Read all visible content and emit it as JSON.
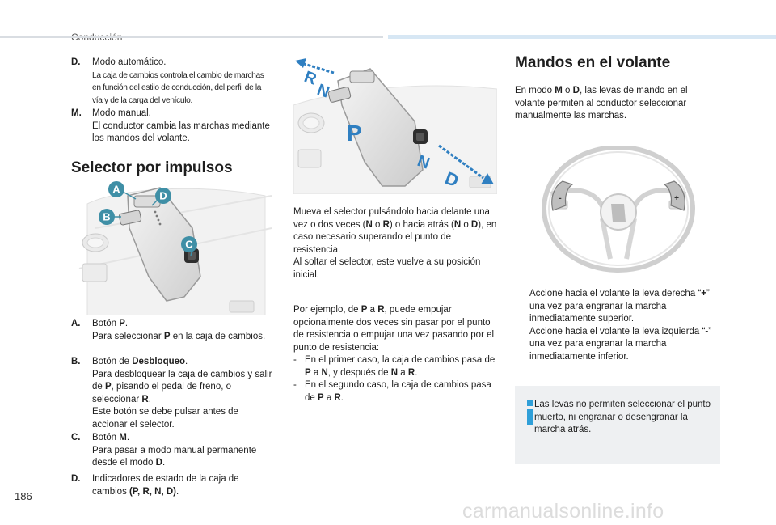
{
  "header": {
    "section": "Conducción"
  },
  "page_number": "186",
  "watermark": "carmanualsonline.info",
  "left_column": {
    "mode_d": {
      "key": "D.",
      "title": "Modo automático.",
      "desc": "La caja de cambios controla el cambio de marchas en función del estilo de conducción, del perfil de la vía y de la carga del vehículo."
    },
    "mode_m": {
      "key": "M.",
      "title": "Modo manual.",
      "desc": "El conductor cambia las marchas mediante los mandos del volante."
    },
    "heading": "Selector por impulsos",
    "illustration": {
      "labels": [
        "A",
        "B",
        "C",
        "D"
      ]
    },
    "items": [
      {
        "key": "A.",
        "line1_pre": "Botón ",
        "line1_bold": "P",
        "line1_post": ".",
        "line2_pre": "Para seleccionar ",
        "line2_bold": "P",
        "line2_post": " en la caja de cambios."
      },
      {
        "key": "B.",
        "line1_pre": "Botón de ",
        "line1_bold": "Desbloqueo",
        "line1_post": ".",
        "line2_pre": "Para desbloquear la caja de cambios y salir de ",
        "line2_bold": "P",
        "line2_post": ", pisando el pedal de freno, o seleccionar ",
        "line2_bold2": "R",
        "line2_post2": ".",
        "line3": "Este botón se debe pulsar antes de accionar el selector."
      },
      {
        "key": "C.",
        "line1_pre": "Botón ",
        "line1_bold": "M",
        "line1_post": ".",
        "line2_pre": "Para pasar a modo manual permanente desde el modo ",
        "line2_bold": "D",
        "line2_post": "."
      },
      {
        "key": "D.",
        "line1_pre": "Indicadores de estado de la caja de cambios ",
        "line1_bold": "(P, R, N, D)",
        "line1_post": "."
      }
    ]
  },
  "middle_column": {
    "illustration": {
      "letters": [
        "R",
        "N",
        "P",
        "N",
        "D"
      ]
    },
    "para1": {
      "t1": "Mueva el selector pulsándolo hacia delante una vez o dos veces (",
      "b1": "N",
      "t2": " o ",
      "b2": "R",
      "t3": ") o hacia atrás (",
      "b3": "N",
      "t4": " o ",
      "b4": "D",
      "t5": "), en caso necesario superando el punto de resistencia."
    },
    "para2": "Al soltar el selector, este vuelve a su posición inicial.",
    "para3": {
      "t1": "Por ejemplo, de ",
      "b1": "P",
      "t2": " a ",
      "b2": "R",
      "t3": ", puede empujar opcionalmente dos veces sin pasar por el punto de resistencia o empujar una vez pasando por el punto de resistencia:"
    },
    "dash1": {
      "dash": "-",
      "t1": "En el primer caso, la caja de cambios pasa de ",
      "b1": "P",
      "t2": " a ",
      "b2": "N",
      "t3": ", y después de ",
      "b3": "N",
      "t4": " a ",
      "b4": "R",
      "t5": "."
    },
    "dash2": {
      "dash": "-",
      "t1": "En el segundo caso, la caja de cambios pasa de ",
      "b1": "P",
      "t2": " a ",
      "b2": "R",
      "t3": "."
    }
  },
  "right_column": {
    "heading": "Mandos en el volante",
    "intro": {
      "t1": "En modo ",
      "b1": "M",
      "t2": " o ",
      "b2": "D",
      "t3": ", las levas de mando en el volante permiten al conductor seleccionar manualmente las marchas."
    },
    "illustration": {
      "paddle_plus": "+",
      "paddle_minus": "-"
    },
    "bullet1": {
      "marker": "",
      "t1": "Accione hacia el volante la leva derecha “",
      "b1": "+",
      "t2": "” una vez para engranar la marcha inmediatamente superior."
    },
    "bullet2": {
      "marker": "",
      "t1": "Accione hacia el volante la leva izquierda “",
      "b1": "-",
      "t2": "” una vez para engranar la marcha inmediatamente inferior."
    },
    "info": "Las levas no permiten seleccionar el punto muerto, ni engranar o desengranar la marcha atrás."
  },
  "colors": {
    "accent_blue": "#2f7fc1",
    "label_teal": "#3f8fa6",
    "info_bg": "#eef0f2"
  }
}
